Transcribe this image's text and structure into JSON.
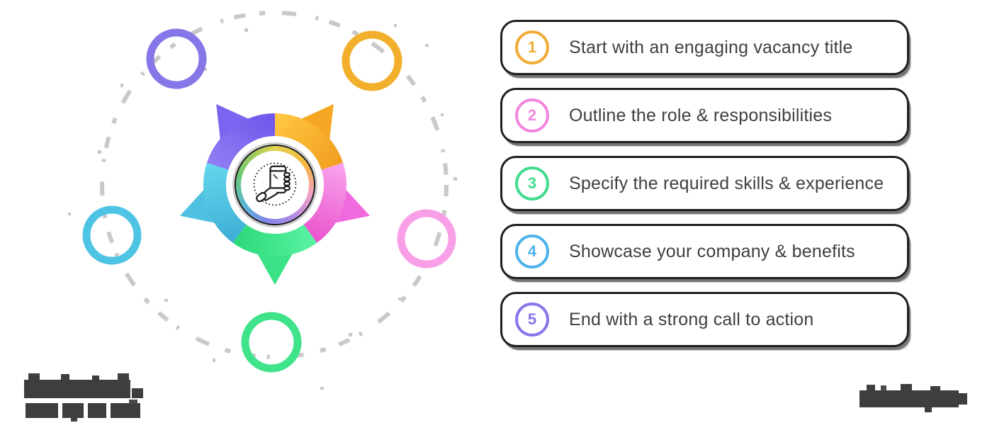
{
  "title": "How to write a vacancy (5 steps infographic)",
  "steps": [
    {
      "number": "1",
      "label": "Start with an engaging vacancy title",
      "color": "#F0AC35"
    },
    {
      "number": "2",
      "label": "Outline the role & responsibilities",
      "color": "#F286DE"
    },
    {
      "number": "3",
      "label": "Specify the required skills & experience",
      "color": "#41DC8E"
    },
    {
      "number": "4",
      "label": "Showcase your company & benefits",
      "color": "#4FB3E8"
    },
    {
      "number": "5",
      "label": "End with a strong call to action",
      "color": "#8577E9"
    }
  ],
  "diagram": {
    "type": "cycle",
    "center_icon": "hand-holding-phone-icon",
    "outer_circle_style": "gray-dashed-sketch",
    "segments": [
      {
        "position": "top-left",
        "color": "#7C63F0",
        "satellite_ring_color": "#8677E8"
      },
      {
        "position": "top-right",
        "color": "#F5A623",
        "satellite_ring_color": "#F2AF2B"
      },
      {
        "position": "right",
        "color": "#F06ADE",
        "satellite_ring_color": "#F89FE8"
      },
      {
        "position": "bottom",
        "color": "#3BE287",
        "satellite_ring_color": "#3FE38A"
      },
      {
        "position": "left",
        "color": "#4FC0E0",
        "satellite_ring_color": "#4EC4E4"
      }
    ]
  },
  "footer": {
    "left_logo": {
      "censored": true,
      "note": "pixelated illegible logo, two lines"
    },
    "right_text": {
      "censored": true,
      "note": "pixelated illegible wordmark"
    }
  }
}
